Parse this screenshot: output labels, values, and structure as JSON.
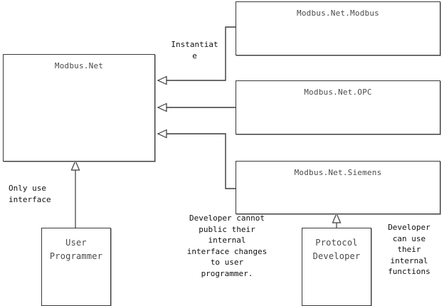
{
  "diagram": {
    "type": "uml-package-diagram",
    "background": "#ffffff",
    "line_color": "#3a3a3a",
    "text_color": "#4a4a4a",
    "label_color": "#111111"
  },
  "nodes": {
    "modbus_net": {
      "label": "Modbus.Net"
    },
    "modbus_net_modbus": {
      "label": "Modbus.Net.Modbus"
    },
    "modbus_net_opc": {
      "label": "Modbus.Net.OPC"
    },
    "modbus_net_siemens": {
      "label": "Modbus.Net.Siemens"
    },
    "user_programmer": {
      "label": "User Programmer"
    },
    "protocol_developer": {
      "label": "Protocol Developer"
    }
  },
  "labels": {
    "instantiate": "Instantiat\ne",
    "only_use_interface": "Only use\ninterface",
    "developer_cannot_public": "Developer cannot\npublic their\ninternal\ninterface changes\nto user\nprogrammer.",
    "developer_can_use": "Developer\ncan use\ntheir\ninternal\nfunctions"
  },
  "connectors": [
    {
      "name": "modbus-to-core",
      "from": "modbus_net_modbus",
      "to": "modbus_net",
      "arrow": "hollow-triangle-open"
    },
    {
      "name": "opc-to-core",
      "from": "modbus_net_opc",
      "to": "modbus_net",
      "arrow": "hollow-triangle-open"
    },
    {
      "name": "siemens-to-core",
      "from": "modbus_net_siemens",
      "to": "modbus_net",
      "arrow": "hollow-triangle-open"
    },
    {
      "name": "user-to-core",
      "from": "user_programmer",
      "to": "modbus_net",
      "arrow": "hollow-triangle-up"
    },
    {
      "name": "developer-to-siemens",
      "from": "protocol_developer",
      "to": "modbus_net_siemens",
      "arrow": "hollow-triangle-up"
    }
  ]
}
